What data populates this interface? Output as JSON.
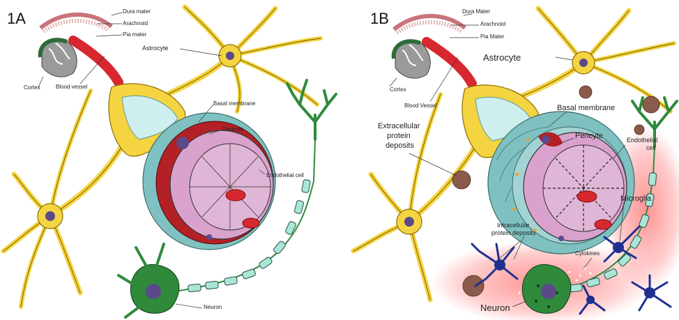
{
  "panels": [
    {
      "id": "1A",
      "tag": "1A",
      "labels": {
        "dura": "Dura mater",
        "arachnoid": "Arachnoid",
        "pia": "Pia mater",
        "cortex": "Cortex",
        "blood_vessel": "Blood vessel",
        "astrocyte": "Astrocyte",
        "basal_membrane": "Basal membrane",
        "pericyte": "Pericyte",
        "endothelial": "Endothelial cell",
        "neuron": "Neuron"
      }
    },
    {
      "id": "1B",
      "tag": "1B",
      "labels": {
        "dura": "Dura Mater",
        "arachnoid": "Arachnoid",
        "pia": "Pia Mater",
        "cortex": "Cortex",
        "blood_vessel": "Blood Vessel",
        "astrocyte": "Astrocyte",
        "basal_membrane": "Basal membrane",
        "pericyte": "Pericyte",
        "endothelial_line1": "Endothelial",
        "endothelial_line2": "cell",
        "extracellular_line1": "Extracellular",
        "extracellular_line2": "protein",
        "extracellular_line3": "deposits",
        "intracellular_line1": "Intracellular",
        "intracellular_line2": "protein deposits",
        "microglia": "Microglia",
        "cytokines": "Cytokines",
        "neuron": "Neuron"
      }
    }
  ],
  "colors": {
    "astrocyte": "#f5d442",
    "astrocyte_outline": "#8a6d00",
    "dura": "#c9737a",
    "pia": "#2e6b3a",
    "vessel_red": "#d7282f",
    "vessel_pink": "#d9a2cc",
    "basal_teal": "#7fc1c1",
    "neuron_green": "#2f8a3c",
    "myelin": "#a8e6d6",
    "microglia_blue": "#1f2f8f",
    "inflammation_red": "#ff3b3b"
  }
}
